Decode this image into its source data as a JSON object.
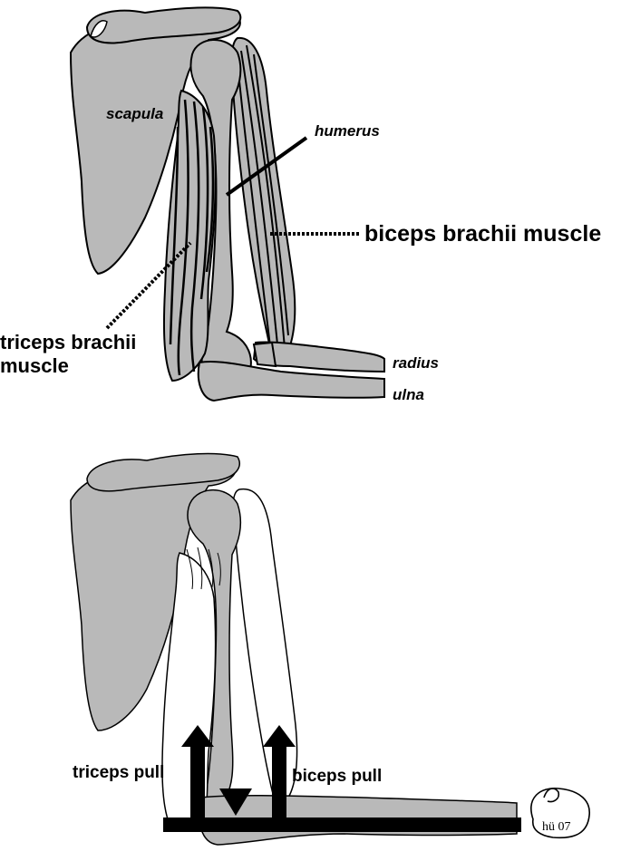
{
  "colors": {
    "bone": "#b9b9b9",
    "ink": "#000000",
    "background": "#ffffff"
  },
  "top_figure": {
    "labels": {
      "scapula": "scapula",
      "humerus": "humerus",
      "biceps": "biceps brachii muscle",
      "triceps_line1": "triceps brachii",
      "triceps_line2": "muscle",
      "radius": "radius",
      "ulna": "ulna"
    }
  },
  "bottom_figure": {
    "labels": {
      "triceps_pull": "triceps pull",
      "biceps_pull": "biceps pull"
    },
    "signature_text": "hü 07"
  }
}
